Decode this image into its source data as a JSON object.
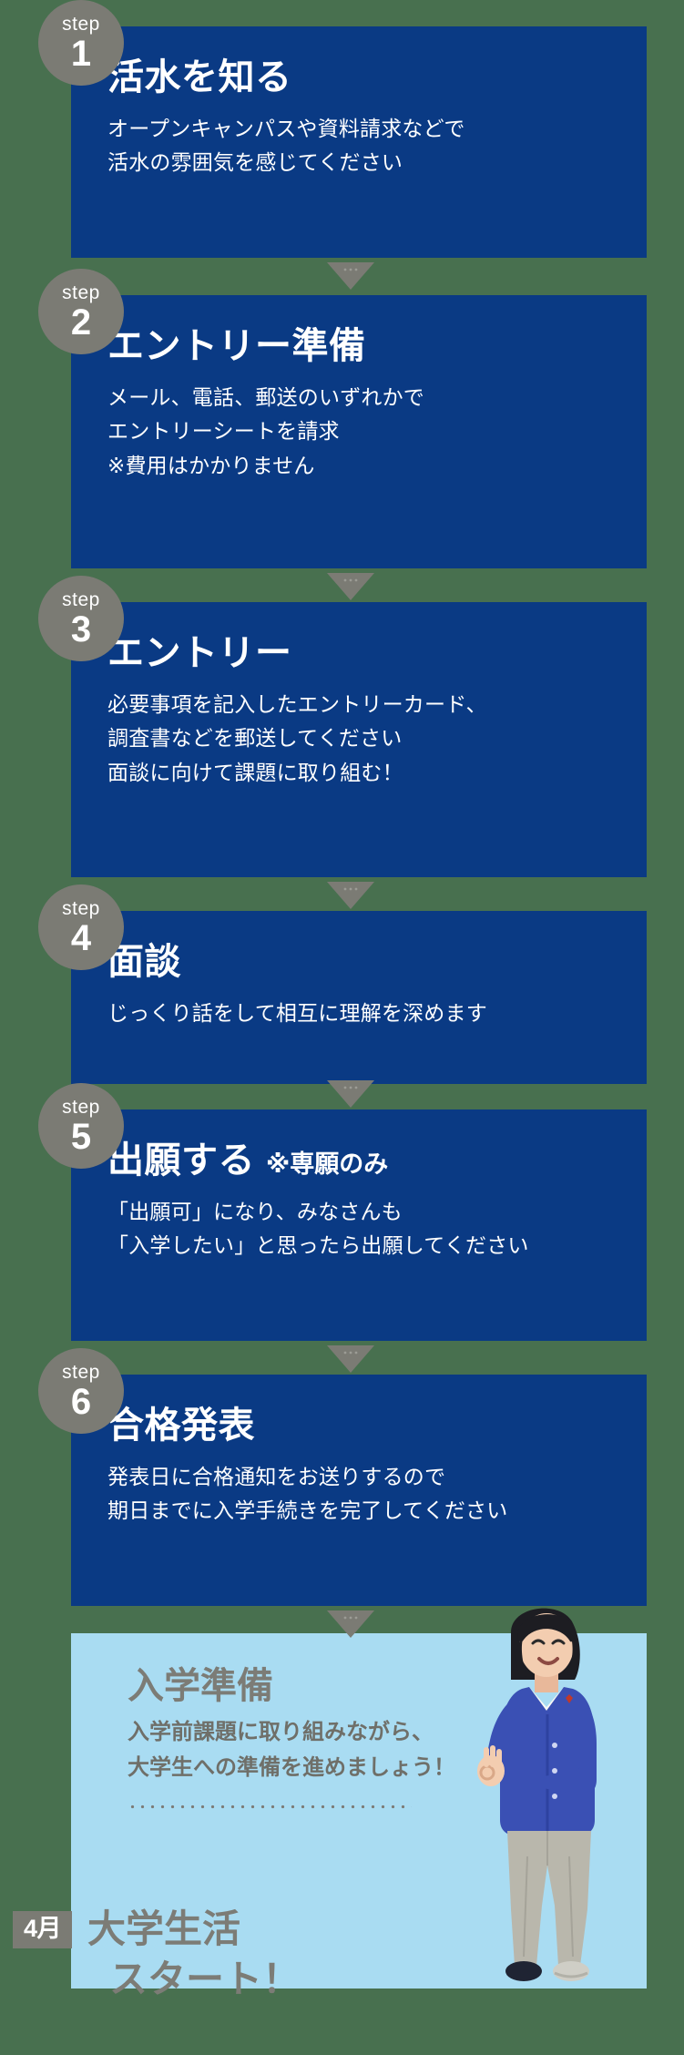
{
  "colors": {
    "background": "#48704f",
    "step_box": "#0a3a84",
    "step_circle": "#7b7b74",
    "arrow": "#7b7b74",
    "bottom_panel": "#a9dcf2",
    "bottom_text": "#7c7c76",
    "white": "#ffffff"
  },
  "steps": [
    {
      "badge_label": "step",
      "badge_number": "1",
      "title": "活水を知る",
      "title_sub": "",
      "desc_lines": [
        "オープンキャンパスや資料請求などで",
        "活水の雰囲気を感じてください"
      ]
    },
    {
      "badge_label": "step",
      "badge_number": "2",
      "title": "エントリー準備",
      "title_sub": "",
      "desc_lines": [
        "メール、電話、郵送のいずれかで",
        "エントリーシートを請求",
        "※費用はかかりません"
      ]
    },
    {
      "badge_label": "step",
      "badge_number": "3",
      "title": "エントリー",
      "title_sub": "",
      "desc_lines": [
        "必要事項を記入したエントリーカード、",
        "調査書などを郵送してください",
        "面談に向けて課題に取り組む！"
      ]
    },
    {
      "badge_label": "step",
      "badge_number": "4",
      "title": "面談",
      "title_sub": "",
      "desc_lines": [
        "じっくり話をして相互に理解を深めます"
      ]
    },
    {
      "badge_label": "step",
      "badge_number": "5",
      "title": "出願する",
      "title_sub": "※専願のみ",
      "desc_lines": [
        "「出願可」になり、みなさんも",
        "「入学したい」と思ったら出願してください"
      ]
    },
    {
      "badge_label": "step",
      "badge_number": "6",
      "title": "合格発表",
      "title_sub": "",
      "desc_lines": [
        "発表日に合格通知をお送りするので",
        "期日までに入学手続きを完了してください"
      ]
    }
  ],
  "bottom": {
    "title": "入学準備",
    "desc_lines": [
      "入学前課題に取り組みながら、",
      "大学生への準備を進めましょう！"
    ],
    "month_badge": "4月",
    "start_lines": [
      "大学生活",
      "スタート！"
    ]
  },
  "icons": {
    "arrow": "chevron-down-triangle-icon",
    "student": "student-photo"
  }
}
